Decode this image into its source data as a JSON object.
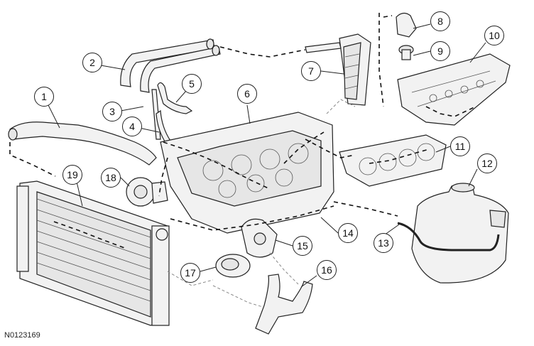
{
  "figure_id": "N0123169",
  "callouts": [
    {
      "n": "1"
    },
    {
      "n": "2"
    },
    {
      "n": "3"
    },
    {
      "n": "4"
    },
    {
      "n": "5"
    },
    {
      "n": "6"
    },
    {
      "n": "7"
    },
    {
      "n": "8"
    },
    {
      "n": "9"
    },
    {
      "n": "10"
    },
    {
      "n": "11"
    },
    {
      "n": "12"
    },
    {
      "n": "13"
    },
    {
      "n": "14"
    },
    {
      "n": "15"
    },
    {
      "n": "16"
    },
    {
      "n": "17"
    },
    {
      "n": "18"
    },
    {
      "n": "19"
    }
  ],
  "colors": {
    "line": "#222222",
    "fill": "#f2f2f2",
    "background": "#ffffff"
  }
}
